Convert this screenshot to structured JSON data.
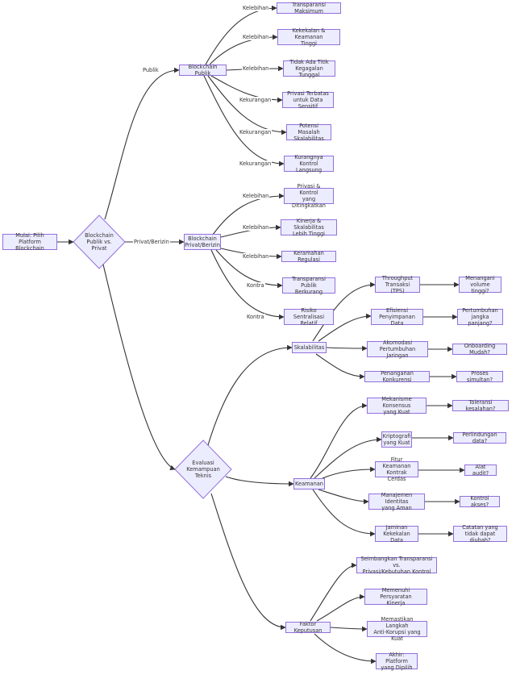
{
  "nodes": {
    "start": "Mulai: Pilih\nPlatform Blockchain",
    "choice": "Blockchain\nPublik vs.\nPrivat",
    "publik": "Blockchain Publik",
    "privat": "Blockchain\nPrivat/Berizin",
    "evaluasi": "Evaluasi\nKemampuan\nTeknis",
    "pub1": "Transparansi Maksimum",
    "pub2": "Kekekalan & Keamanan\nTinggi",
    "pub3": "Tidak Ada Titik\nKegagalan Tunggal",
    "pub4": "Privasi Terbatas\nuntuk Data Sensitif",
    "pub5": "Potensi Masalah\nSkalabilitas",
    "pub6": "Kurangnya Kontrol\nLangsung",
    "pri1": "Privasi & Kontrol\nyang Ditingkatkan",
    "pri2": "Kinerja & Skalabilitas\nLebih Tinggi",
    "pri3": "Keramahan Regulasi",
    "pri4": "Transparansi Publik\nBerkurang",
    "pri5": "Risiko Sentralisasi\nRelatif",
    "skal": "Skalabilitas",
    "keam": "Keamanan",
    "fak": "Faktor Keputusan",
    "s1": "Throughput\nTransaksi (TPS)",
    "s2": "Efisiensi\nPenyimpanan Data",
    "s3": "Akomodasi\nPertumbuhan Jaringan",
    "s4": "Penanganan Konkurensi",
    "s1q": "Menangani\nvolume tinggi?",
    "s2q": "Pertumbuhan\njangka panjang?",
    "s3q": "Onboarding Mudah?",
    "s4q": "Proses simultan?",
    "k1": "Mekanisme Konsensus\nyang Kuat",
    "k2": "Kriptografi\nyang Kuat",
    "k3": "Fitur Keamanan\nKontrak Cerdas",
    "k4": "Manajemen Identitas\nyang Aman",
    "k5": "Jaminan\nKekekalan Data",
    "k1q": "Toleransi kesalahan?",
    "k2q": "Perlindungan data?",
    "k3q": "Alat audit?",
    "k4q": "Kontrol akses?",
    "k5q": "Catatan yang\ntidak dapat diubah?",
    "f1": "Seimbangkan Transparansi vs.\nPrivasi/Kebutuhan Kontrol",
    "f2": "Memenuhi Persyaratan\nKinerja",
    "f3": "Memastikan Langkah\nAnti-Korupsi yang Kuat",
    "f4": "Akhir: Platform\nyang Dipilih"
  },
  "edge_labels": {
    "publik": "Publik",
    "privat": "Privat/Berizin",
    "kelebihan": "Kelebihan",
    "kekurangan": "Kekurangan",
    "kontra": "Kontra"
  },
  "colors": {
    "node_fill": "#ececff",
    "node_border": "#9370db",
    "edge": "#333333"
  }
}
